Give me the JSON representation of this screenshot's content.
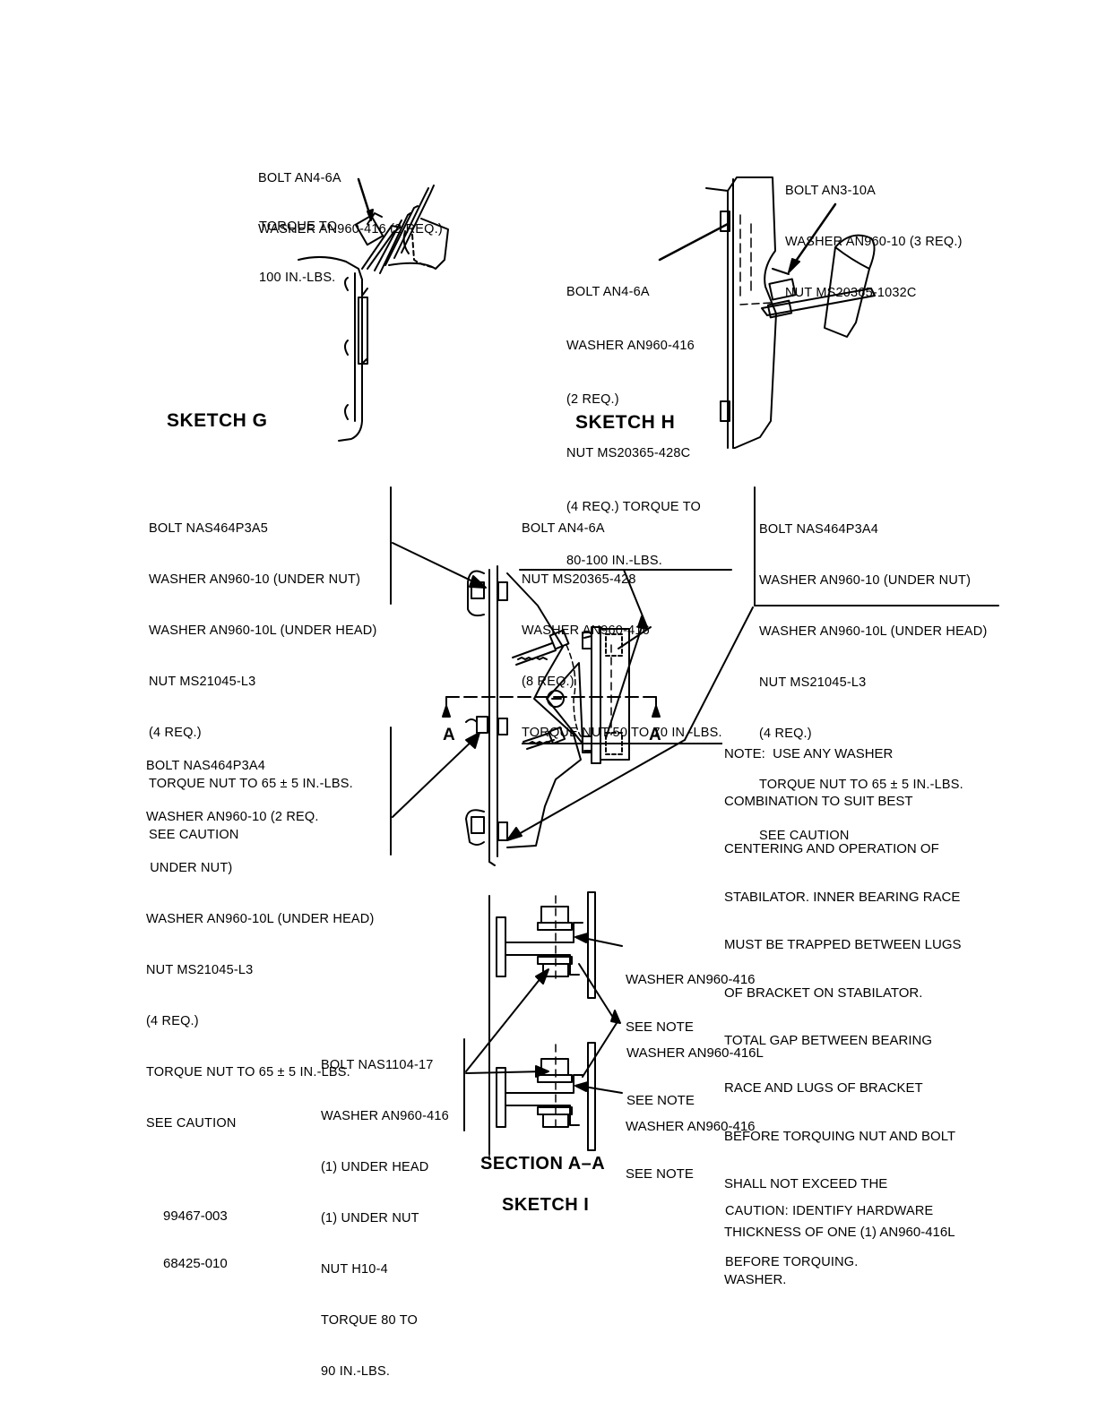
{
  "sketch_g": {
    "title": "SKETCH G",
    "callout_bolt": [
      "BOLT AN4-6A",
      "WASHER AN960-416 (2 REQ.)"
    ],
    "callout_torque": [
      "TORQUE TO",
      "100 IN.-LBS."
    ]
  },
  "sketch_h": {
    "title": "SKETCH H",
    "callout_top": [
      "BOLT AN3-10A",
      "WASHER AN960-10 (3 REQ.)",
      "NUT MS20365-1032C"
    ],
    "callout_left": [
      "BOLT AN4-6A",
      "WASHER AN960-416",
      "(2 REQ.)",
      "NUT MS20365-428C",
      "(4 REQ.) TORQUE TO",
      "80-100 IN.-LBS."
    ]
  },
  "sketch_i": {
    "title": "SKETCH I",
    "section_title": "SECTION A–A",
    "section_marker": "A",
    "callout_top_left": [
      "BOLT NAS464P3A5",
      "WASHER AN960-10 (UNDER NUT)",
      "WASHER AN960-10L (UNDER HEAD)",
      "NUT MS21045-L3",
      "(4 REQ.)",
      "TORQUE NUT TO 65 ± 5 IN.-LBS.",
      "SEE CAUTION"
    ],
    "callout_top_middle": [
      "BOLT AN4-6A",
      "NUT MS20365-428",
      "WASHER AN960-416",
      "(8 REQ.)",
      "TORQUE NUT 50 TO 70 IN.-LBS."
    ],
    "callout_top_right": [
      "BOLT NAS464P3A4",
      "WASHER AN960-10 (UNDER NUT)",
      "WASHER AN960-10L (UNDER HEAD)",
      "NUT MS21045-L3",
      "(4 REQ.)",
      "TORQUE NUT TO 65 ± 5 IN.-LBS.",
      "SEE CAUTION"
    ],
    "callout_mid_left": [
      "BOLT NAS464P3A4",
      "WASHER AN960-10 (2 REQ.",
      " UNDER NUT)",
      "WASHER AN960-10L (UNDER HEAD)",
      "NUT MS21045-L3",
      "(4 REQ.)",
      "TORQUE NUT TO 65 ± 5 IN.-LBS.",
      "SEE CAUTION"
    ],
    "note": [
      "NOTE:  USE ANY WASHER",
      "COMBINATION TO SUIT BEST",
      "CENTERING AND OPERATION OF",
      "STABILATOR. INNER BEARING RACE",
      "MUST BE TRAPPED BETWEEN LUGS",
      "OF BRACKET ON STABILATOR.",
      "TOTAL GAP BETWEEN BEARING",
      "RACE AND LUGS OF BRACKET",
      "BEFORE TORQUING NUT AND BOLT",
      "SHALL NOT EXCEED THE",
      "THICKNESS OF ONE (1) AN960-416L",
      "WASHER."
    ],
    "washer_1": [
      "WASHER AN960-416",
      "SEE NOTE"
    ],
    "washer_2": [
      "WASHER AN960-416L",
      "SEE NOTE"
    ],
    "washer_3": [
      "WASHER AN960-416",
      "SEE NOTE"
    ],
    "callout_bottom_left": [
      "BOLT NAS1104-17",
      "WASHER AN960-416",
      "(1) UNDER HEAD",
      "(1) UNDER NUT",
      "NUT H10-4",
      "TORQUE 80 TO",
      "90 IN.-LBS."
    ],
    "caution": [
      "CAUTION: IDENTIFY HARDWARE",
      "BEFORE TORQUING."
    ]
  },
  "figure_codes": [
    "99467-003",
    "68425-010"
  ]
}
